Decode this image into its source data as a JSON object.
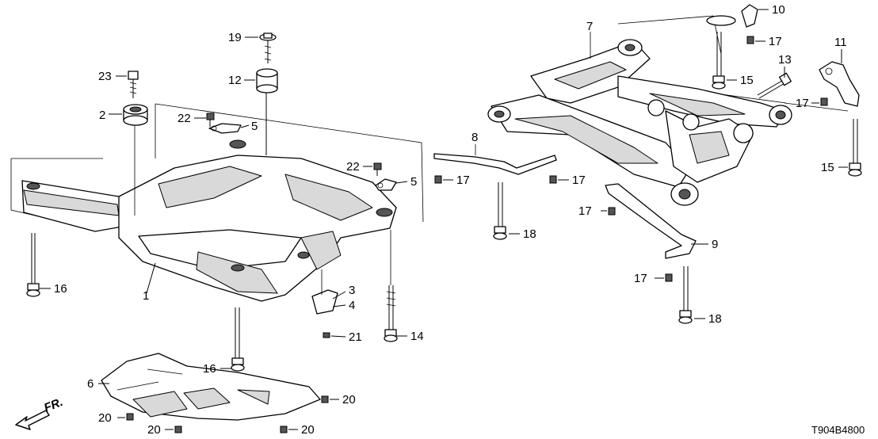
{
  "drawing_code": "T904B4800",
  "direction_label": "FR.",
  "callouts": {
    "c1": "1",
    "c2": "2",
    "c3": "3",
    "c4": "4",
    "c5a": "5",
    "c5b": "5",
    "c6": "6",
    "c7": "7",
    "c8": "8",
    "c9": "9",
    "c10": "10",
    "c11": "11",
    "c12": "12",
    "c13": "13",
    "c14": "14",
    "c15a": "15",
    "c15b": "15",
    "c16a": "16",
    "c16b": "16",
    "c17a": "17",
    "c17b": "17",
    "c17c": "17",
    "c17d": "17",
    "c17e": "17",
    "c17f": "17",
    "c18a": "18",
    "c18b": "18",
    "c19": "19",
    "c20a": "20",
    "c20b": "20",
    "c20c": "20",
    "c20d": "20",
    "c21": "21",
    "c22a": "22",
    "c22b": "22",
    "c23": "23"
  }
}
